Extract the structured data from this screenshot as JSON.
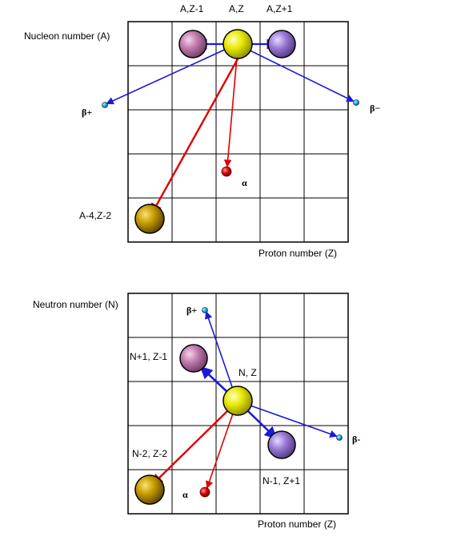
{
  "top_panel": {
    "y_axis_label": "Nucleon number (A)",
    "x_axis_label": "Proton number (Z)",
    "column_labels": [
      "A,Z-1",
      "A,Z",
      "A,Z+1"
    ],
    "beta_plus": "β+",
    "beta_minus": "β−",
    "alpha": "α",
    "alpha_daughter": "A-4,Z-2"
  },
  "bottom_panel": {
    "y_axis_label": "Neutron number (N)",
    "x_axis_label": "Proton number (Z)",
    "parent": "N, Z",
    "beta_plus_daughter": "N+1, Z-1",
    "beta_minus_daughter": "N-1, Z+1",
    "alpha_daughter": "N-2, Z-2",
    "beta_plus": "β+",
    "beta_minus": "β-",
    "alpha": "α"
  },
  "colors": {
    "parent": "#e6e600",
    "beta_plus_daughter": "#c080b0",
    "beta_minus_daughter": "#9a78d6",
    "alpha_daughter": "#c49a00",
    "alpha_particle": "#dd0000",
    "beta_particle": "#1ab0d8",
    "beta_arrow": "#1a1ad8",
    "alpha_arrow": "#e00000"
  }
}
